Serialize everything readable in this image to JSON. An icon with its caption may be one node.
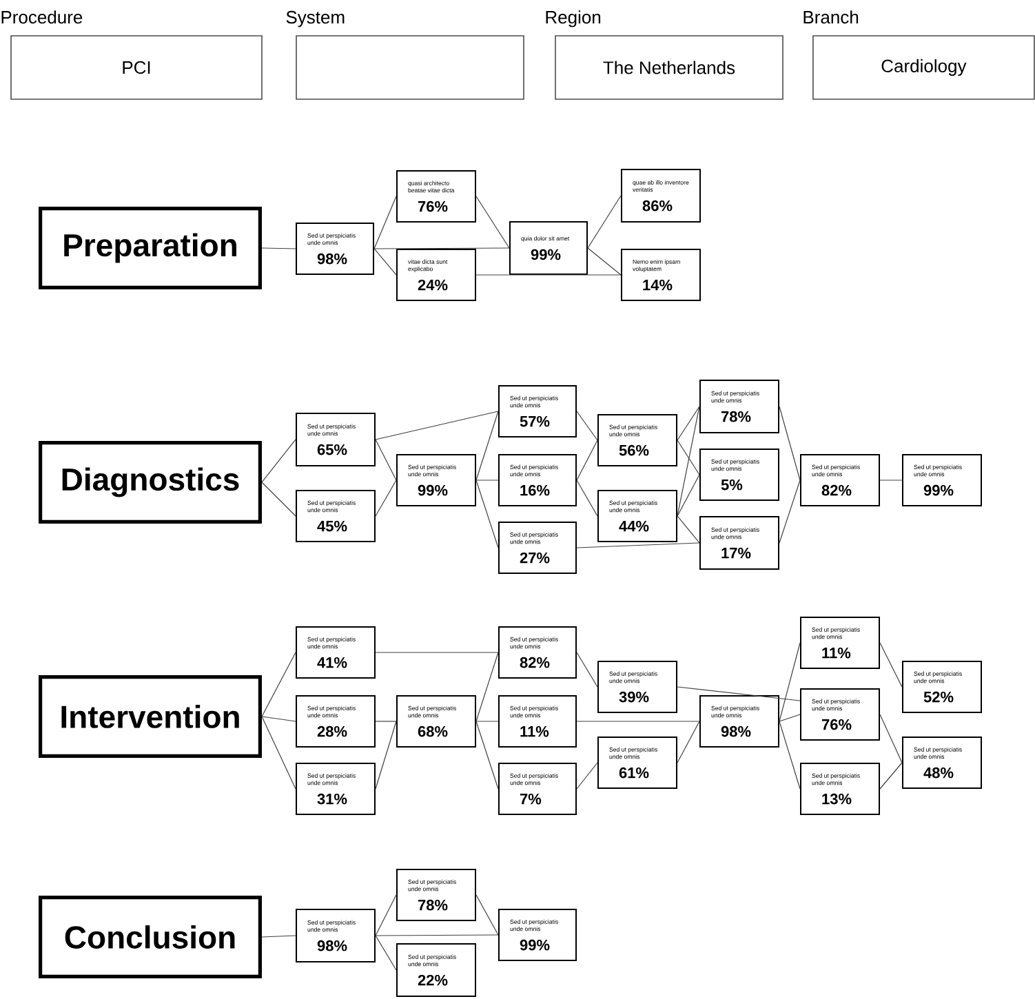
{
  "diagram": {
    "nodes": [
      {
        "text": [
          "Procedure",
          "PCI"
        ]
      },
      {
        "text": [
          "System"
        ]
      },
      {
        "text": [
          "Region",
          "The Netherlands"
        ]
      },
      {
        "text": [
          "Branch",
          "Cardiology"
        ]
      },
      {
        "text": [
          "Preparation"
        ]
      },
      {
        "text": [
          "Sed ut perspiciatis unde omnis",
          "98%"
        ]
      },
      {
        "text": [
          "quasi architecto beatae vitae dicta",
          "76%"
        ]
      },
      {
        "text": [
          "vitae dicta sunt explicabo",
          "24%"
        ]
      },
      {
        "text": [
          "quia dolor sit amet",
          "99%"
        ]
      },
      {
        "text": [
          "quae ab illo inventore veritatis",
          "86%"
        ]
      },
      {
        "text": [
          "Nemo enim ipsam voluptatem",
          "14%"
        ]
      },
      {
        "text": [
          "Diagnostics"
        ]
      },
      {
        "text": [
          "Sed ut perspiciatis unde omnis",
          "65%"
        ]
      },
      {
        "text": [
          "Sed ut perspiciatis unde omnis",
          "45%"
        ]
      },
      {
        "text": [
          "Sed ut perspiciatis unde omnis",
          "99%"
        ]
      },
      {
        "text": [
          "Sed ut perspiciatis unde omnis",
          "57%"
        ]
      },
      {
        "text": [
          "Sed ut perspiciatis unde omnis",
          "16%"
        ]
      },
      {
        "text": [
          "Sed ut perspiciatis unde omnis",
          "27%"
        ]
      },
      {
        "text": [
          "Sed ut perspiciatis unde omnis",
          "56%"
        ]
      },
      {
        "text": [
          "Sed ut perspiciatis unde omnis",
          "44%"
        ]
      },
      {
        "text": [
          "Sed ut perspiciatis unde omnis",
          "78%"
        ]
      },
      {
        "text": [
          "Sed ut perspiciatis unde omnis",
          "5%"
        ]
      },
      {
        "text": [
          "Sed ut perspiciatis unde omnis",
          "17%"
        ]
      },
      {
        "text": [
          "Sed ut perspiciatis unde omnis",
          "82%"
        ]
      },
      {
        "text": [
          "Sed ut perspiciatis unde omnis",
          "99%"
        ]
      },
      {
        "text": [
          "Intervention"
        ]
      },
      {
        "text": [
          "Sed ut perspiciatis unde omnis",
          "41%"
        ]
      },
      {
        "text": [
          "Sed ut perspiciatis unde omnis",
          "28%"
        ]
      },
      {
        "text": [
          "Sed ut perspiciatis unde omnis",
          "31%"
        ]
      },
      {
        "text": [
          "Sed ut perspiciatis unde omnis",
          "68%"
        ]
      },
      {
        "text": [
          "Sed ut perspiciatis unde omnis",
          "82%"
        ]
      },
      {
        "text": [
          "Sed ut perspiciatis unde omnis",
          "11%"
        ]
      },
      {
        "text": [
          "Sed ut perspiciatis unde omnis",
          "7%"
        ]
      },
      {
        "text": [
          "Sed ut perspiciatis unde omnis",
          "39%"
        ]
      },
      {
        "text": [
          "Sed ut perspiciatis unde omnis",
          "61%"
        ]
      },
      {
        "text": [
          "Sed ut perspiciatis unde omnis",
          "98%"
        ]
      },
      {
        "text": [
          "Sed ut perspiciatis unde omnis",
          "11%"
        ]
      },
      {
        "text": [
          "Sed ut perspiciatis unde omnis",
          "76%"
        ]
      },
      {
        "text": [
          "Sed ut perspiciatis unde omnis",
          "13%"
        ]
      },
      {
        "text": [
          "Sed ut perspiciatis unde omnis",
          "52%"
        ]
      },
      {
        "text": [
          "Sed ut perspiciatis unde omnis",
          "48%"
        ]
      },
      {
        "text": [
          "Conclusion"
        ]
      },
      {
        "text": [
          "Sed ut perspiciatis unde omnis",
          "98%"
        ]
      },
      {
        "text": [
          "Sed ut perspiciatis unde omnis",
          "78%"
        ]
      },
      {
        "text": [
          "Sed ut perspiciatis unde omnis",
          "22%"
        ]
      },
      {
        "text": [
          "Sed ut perspiciatis unde omnis",
          "99%"
        ]
      }
    ],
    "edges": [
      {
        "from": 4,
        "to": 5,
        "arrow": "none"
      },
      {
        "from": 5,
        "to": 6,
        "arrow": "none"
      },
      {
        "from": 5,
        "to": 7,
        "arrow": "none"
      },
      {
        "from": 5,
        "to": 8,
        "arrow": "none"
      },
      {
        "from": 6,
        "to": 8,
        "arrow": "none"
      },
      {
        "from": 8,
        "to": 9,
        "arrow": "none"
      },
      {
        "from": 8,
        "to": 10,
        "arrow": "none"
      },
      {
        "from": 7,
        "to": 10,
        "arrow": "none"
      },
      {
        "from": 11,
        "to": 12,
        "arrow": "none"
      },
      {
        "from": 11,
        "to": 13,
        "arrow": "none"
      },
      {
        "from": 12,
        "to": 15,
        "arrow": "none"
      },
      {
        "from": 12,
        "to": 14,
        "arrow": "none"
      },
      {
        "from": 13,
        "to": 14,
        "arrow": "none"
      },
      {
        "from": 14,
        "to": 15,
        "arrow": "none"
      },
      {
        "from": 14,
        "to": 16,
        "arrow": "none"
      },
      {
        "from": 14,
        "to": 17,
        "arrow": "none"
      },
      {
        "from": 15,
        "to": 18,
        "arrow": "none"
      },
      {
        "from": 16,
        "to": 18,
        "arrow": "none"
      },
      {
        "from": 16,
        "to": 19,
        "arrow": "none"
      },
      {
        "from": 17,
        "to": 22,
        "arrow": "none"
      },
      {
        "from": 18,
        "to": 20,
        "arrow": "none"
      },
      {
        "from": 18,
        "to": 21,
        "arrow": "none"
      },
      {
        "from": 19,
        "to": 20,
        "arrow": "none"
      },
      {
        "from": 19,
        "to": 21,
        "arrow": "none"
      },
      {
        "from": 19,
        "to": 22,
        "arrow": "none"
      },
      {
        "from": 20,
        "to": 23,
        "arrow": "none"
      },
      {
        "from": 22,
        "to": 23,
        "arrow": "none"
      },
      {
        "from": 23,
        "to": 24,
        "arrow": "none"
      },
      {
        "from": 25,
        "to": 26,
        "arrow": "none"
      },
      {
        "from": 25,
        "to": 27,
        "arrow": "none"
      },
      {
        "from": 25,
        "to": 28,
        "arrow": "none"
      },
      {
        "from": 26,
        "to": 30,
        "arrow": "none"
      },
      {
        "from": 27,
        "to": 29,
        "arrow": "none"
      },
      {
        "from": 28,
        "to": 29,
        "arrow": "none"
      },
      {
        "from": 29,
        "to": 30,
        "arrow": "none"
      },
      {
        "from": 29,
        "to": 31,
        "arrow": "none"
      },
      {
        "from": 29,
        "to": 32,
        "arrow": "none"
      },
      {
        "from": 30,
        "to": 33,
        "arrow": "none"
      },
      {
        "from": 32,
        "to": 34,
        "arrow": "none"
      },
      {
        "from": 31,
        "to": 35,
        "arrow": "none"
      },
      {
        "from": 34,
        "to": 35,
        "arrow": "none"
      },
      {
        "from": 33,
        "to": 37,
        "arrow": "none"
      },
      {
        "from": 35,
        "to": 36,
        "arrow": "none"
      },
      {
        "from": 35,
        "to": 37,
        "arrow": "none"
      },
      {
        "from": 35,
        "to": 38,
        "arrow": "none"
      },
      {
        "from": 36,
        "to": 39,
        "arrow": "none"
      },
      {
        "from": 37,
        "to": 40,
        "arrow": "none"
      },
      {
        "from": 38,
        "to": 40,
        "arrow": "none"
      },
      {
        "from": 41,
        "to": 42,
        "arrow": "none"
      },
      {
        "from": 42,
        "to": 43,
        "arrow": "none"
      },
      {
        "from": 42,
        "to": 44,
        "arrow": "none"
      },
      {
        "from": 42,
        "to": 45,
        "arrow": "none"
      },
      {
        "from": 43,
        "to": 45,
        "arrow": "none"
      }
    ]
  }
}
